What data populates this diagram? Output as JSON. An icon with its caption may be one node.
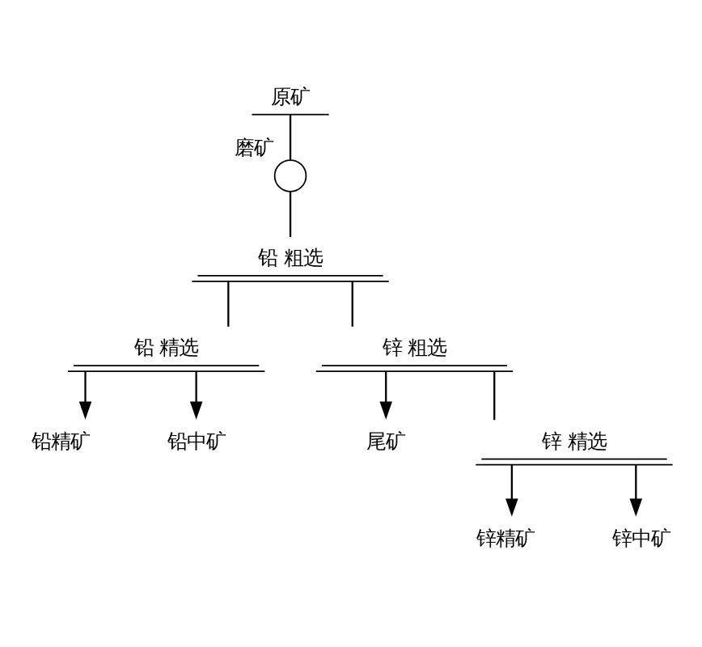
{
  "diagram": {
    "nodes": [
      {
        "text": [
          "原矿"
        ]
      },
      {
        "text": [],
        "shape": "circle",
        "beside": [
          "磨矿"
        ]
      },
      {
        "text": [
          "铅 粗选"
        ]
      },
      {
        "text": [
          "铅 精选"
        ]
      },
      {
        "text": [
          "锌 粗选"
        ]
      },
      {
        "text": [
          "铅精矿"
        ]
      },
      {
        "text": [
          "铅中矿"
        ]
      },
      {
        "text": [
          "尾矿"
        ]
      },
      {
        "text": [
          "锌 精选"
        ]
      },
      {
        "text": [
          "锌精矿"
        ]
      },
      {
        "text": [
          "锌中矿"
        ]
      }
    ],
    "edges": [
      {
        "from": 0,
        "to": 1,
        "arrow": "none"
      },
      {
        "from": 1,
        "to": 2,
        "arrow": "none"
      },
      {
        "from": 2,
        "to": 3,
        "arrow": "none"
      },
      {
        "from": 2,
        "to": 4,
        "arrow": "none"
      },
      {
        "from": 3,
        "to": 5,
        "arrow": "to"
      },
      {
        "from": 3,
        "to": 6,
        "arrow": "to"
      },
      {
        "from": 4,
        "to": 7,
        "arrow": "to"
      },
      {
        "from": 4,
        "to": 8,
        "arrow": "none"
      },
      {
        "from": 8,
        "to": 9,
        "arrow": "to"
      },
      {
        "from": 8,
        "to": 10,
        "arrow": "to"
      }
    ]
  }
}
